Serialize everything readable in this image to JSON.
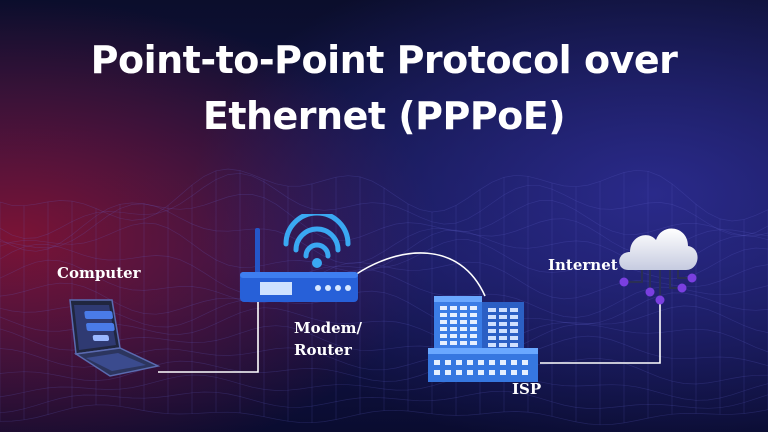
{
  "title": {
    "line1": "Point-to-Point Protocol over",
    "line2": "Ethernet (PPPoE)"
  },
  "nodes": {
    "computer": {
      "label": "Computer",
      "icon": "laptop-icon"
    },
    "modem": {
      "label_line1": "Modem/",
      "label_line2": "Router",
      "icon": "router-icon"
    },
    "isp": {
      "label": "ISP",
      "icon": "building-icon"
    },
    "internet": {
      "label": "Internet",
      "icon": "cloud-icon"
    }
  },
  "colors": {
    "background_dark": "#0a0d2a",
    "background_red": "#6a1030",
    "background_blue": "#1b1f6e",
    "device_blue": "#2b6fe0",
    "device_light": "#4aa0ff",
    "connector": "#ffffff",
    "cloud_node": "#7a3fe0"
  }
}
